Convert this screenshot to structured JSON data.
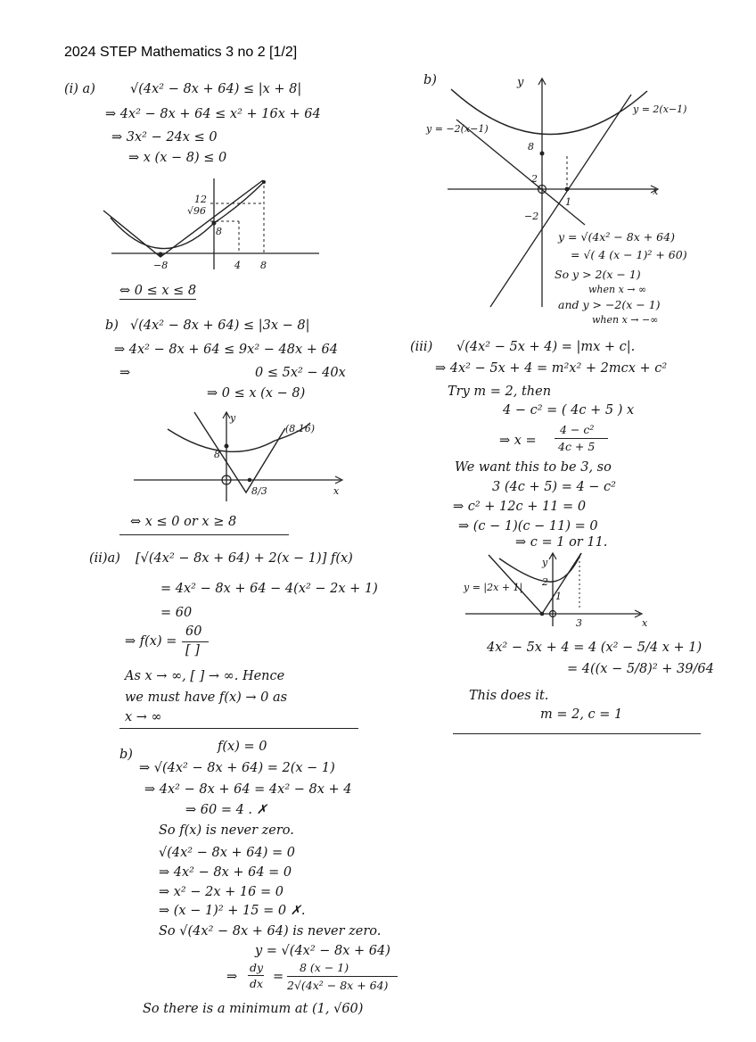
{
  "title": "2024 STEP Mathematics 3 no 2 [1/2]",
  "left": {
    "i_a": {
      "label": "(i) a)",
      "lines": [
        "√(4x² − 8x + 64) ≤ |x + 8|",
        "⇒  4x² − 8x + 64  ≤ x² + 16x + 64",
        "⇒        3x² − 24x   ≤ 0",
        "⇒         x (x − 8)   ≤ 0"
      ],
      "graph": {
        "l12": "12",
        "lr96": "√96",
        "l8y": "8",
        "lm8": "−8",
        "l4": "4",
        "l8x": "8"
      },
      "answer": "⇔ 0 ≤ x ≤ 8"
    },
    "i_b": {
      "label": "b)",
      "lines": [
        "√(4x² − 8x + 64) ≤ |3x − 8|",
        "⇒  4x² − 8x + 64  ≤ 9x² − 48x + 64",
        "⇒",
        "0  ≤ 5x² − 40x",
        "⇒  0  ≤ x (x − 8)"
      ],
      "graph": {
        "ly": "y",
        "lpt": "(8,16)",
        "l8": "8",
        "l83": "8/3",
        "lx": "x"
      },
      "answer": "⇔  x ≤ 0  or x ≥ 8"
    },
    "ii_a": {
      "label": "(ii)a)",
      "lines": [
        "[√(4x² − 8x + 64) + 2(x − 1)] f(x)",
        "= 4x² − 8x + 64 − 4(x² − 2x + 1)",
        "= 60",
        "⇒ f(x) =",
        "60",
        "[ ]",
        "As x → ∞,  [ ] → ∞.  Hence",
        "we must have  f(x) → 0 as",
        "x → ∞"
      ]
    },
    "ii_b": {
      "label": "b)",
      "lines": [
        "f(x)  = 0",
        "⇒ √(4x² − 8x + 64) = 2(x − 1)",
        "⇒  4x² − 8x + 64 = 4x² − 8x + 4",
        "⇒          60 = 4  .  ✗",
        "So  f(x)  is never zero.",
        "√(4x² − 8x + 64) = 0",
        "⇒ 4x² − 8x + 64 = 0",
        "⇒  x² − 2x + 16  = 0",
        "⇒  (x − 1)² + 15   = 0   ✗.",
        "So √(4x² − 8x + 64) is never zero.",
        "y  = √(4x² − 8x + 64)",
        "⇒",
        "dy",
        "dx",
        "=",
        "8 (x − 1)",
        "2√(4x² − 8x + 64)",
        "So there is a minimum at (1, √60)"
      ]
    }
  },
  "right": {
    "b_graph": {
      "label": "b)",
      "ly": "y",
      "lyr": "y = 2(x−1)",
      "lyl": "y = −2(x−1)",
      "l8": "8",
      "l2": "2",
      "lm2": "−2",
      "l1": "1",
      "lx": "x",
      "notes": [
        "y = √(4x² − 8x + 64)",
        "= √( 4 (x − 1)² + 60)",
        "So  y > 2(x − 1)",
        "when x → ∞",
        "and  y > −2(x − 1)",
        "when  x → −∞"
      ]
    },
    "iii": {
      "label": "(iii)",
      "lines": [
        "√(4x² − 5x + 4) = |mx + c|.",
        "⇒  4x² − 5x + 4  = m²x² + 2mcx + c²",
        "Try  m = 2,  then",
        "4 − c²  =  ( 4c + 5 ) x",
        "⇒   x  =",
        "4 − c²",
        "4c + 5",
        "We want this to be 3, so",
        "3 (4c + 5)  =  4 − c²",
        "⇒  c² + 12c + 11  = 0",
        "⇒  (c − 1)(c − 11)  = 0",
        "⇒   c = 1 or 11.",
        "4x² − 5x + 4 =  4 (x² − 5/4 x + 1)",
        "= 4((x − 5/8)² + 39/64",
        "This does it.",
        "m  = 2, c = 1"
      ],
      "graph": {
        "lyl": "y = |2x + 1|",
        "ly": "y",
        "l2": "2",
        "l1": "1",
        "l3": "3",
        "lx": "x"
      }
    }
  }
}
